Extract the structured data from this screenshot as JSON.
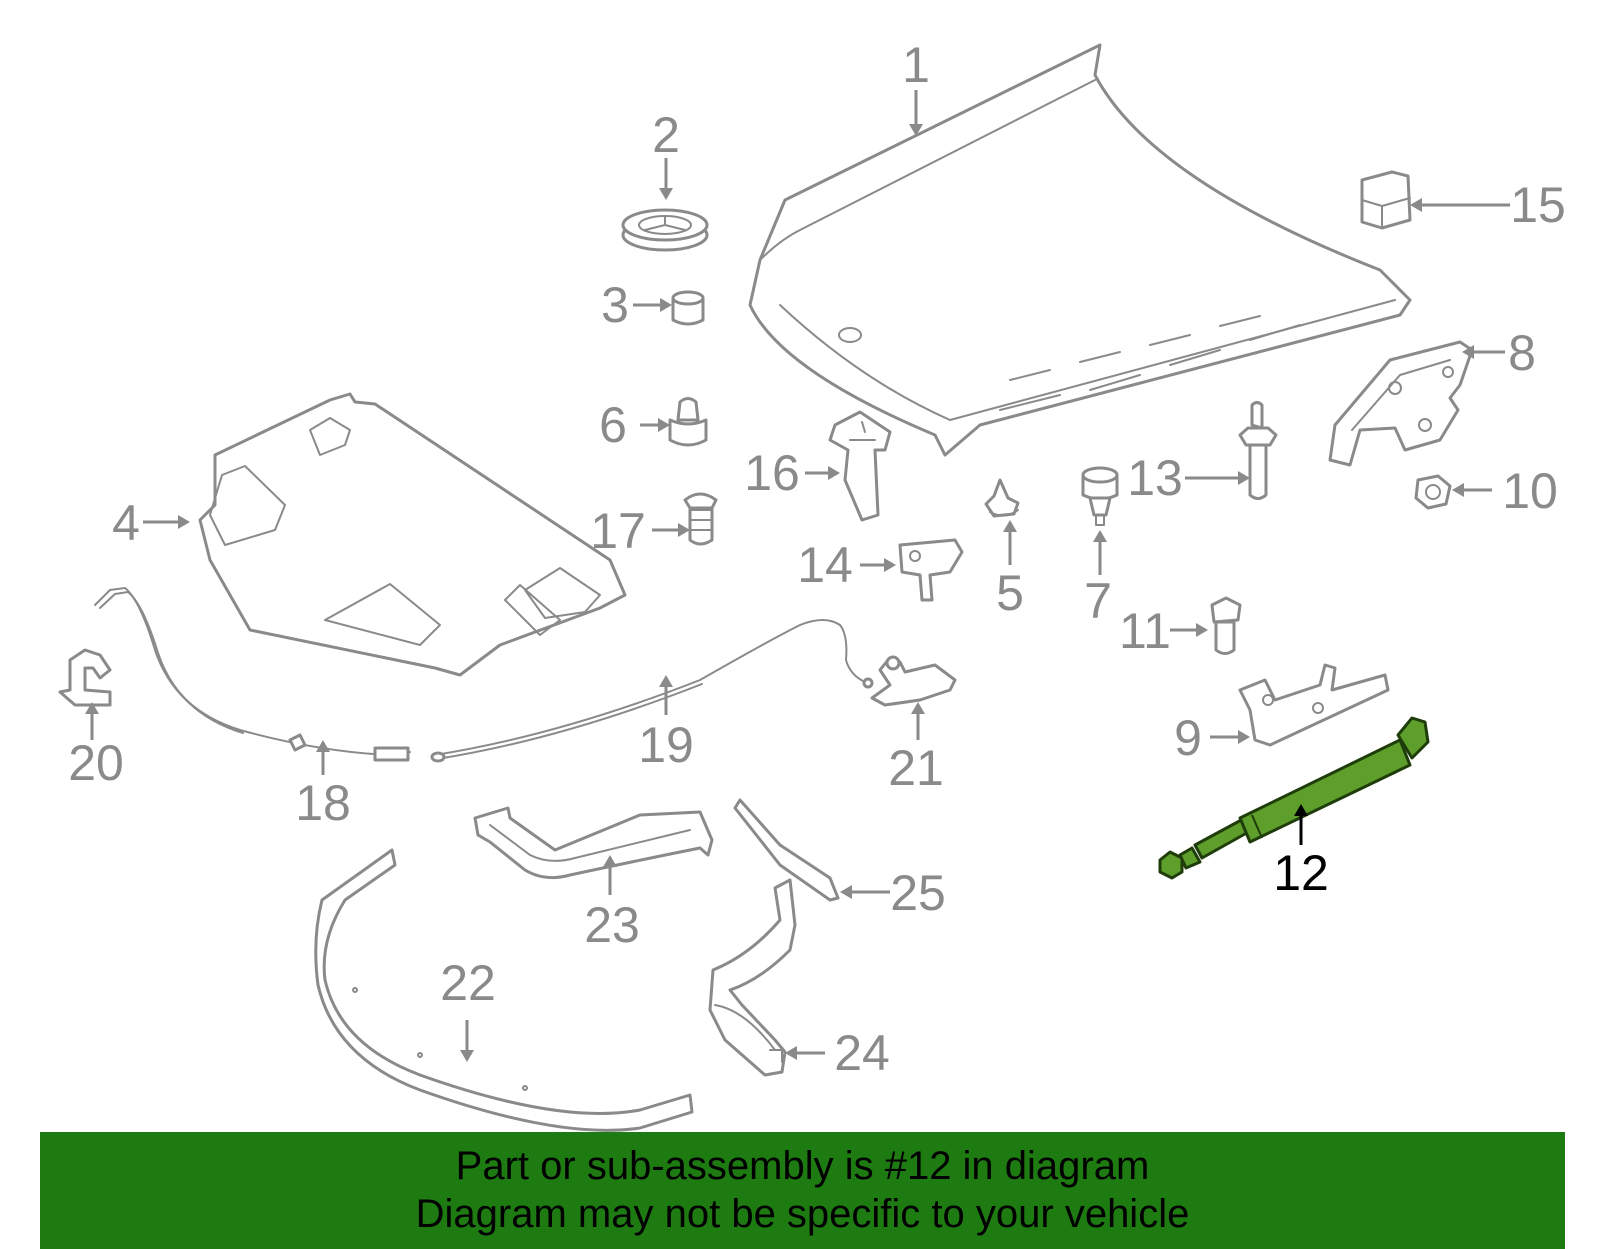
{
  "colors": {
    "part_outline": "#8a8a8a",
    "highlight_fill": "#5e9e2a",
    "highlight_outline": "#1f3d0a",
    "banner_background": "#1e7b12",
    "banner_text": "#000000"
  },
  "highlighted_part": "12",
  "callouts": {
    "c1": "1",
    "c2": "2",
    "c3": "3",
    "c4": "4",
    "c5": "5",
    "c6": "6",
    "c7": "7",
    "c8": "8",
    "c9": "9",
    "c10": "10",
    "c11": "11",
    "c12": "12",
    "c13": "13",
    "c14": "14",
    "c15": "15",
    "c16": "16",
    "c17": "17",
    "c18": "18",
    "c19": "19",
    "c20": "20",
    "c21": "21",
    "c22": "22",
    "c23": "23",
    "c24": "24",
    "c25": "25"
  },
  "banner": {
    "line1": "Part or sub-assembly is #12 in diagram",
    "line2": "Diagram may not be specific to your vehicle"
  }
}
